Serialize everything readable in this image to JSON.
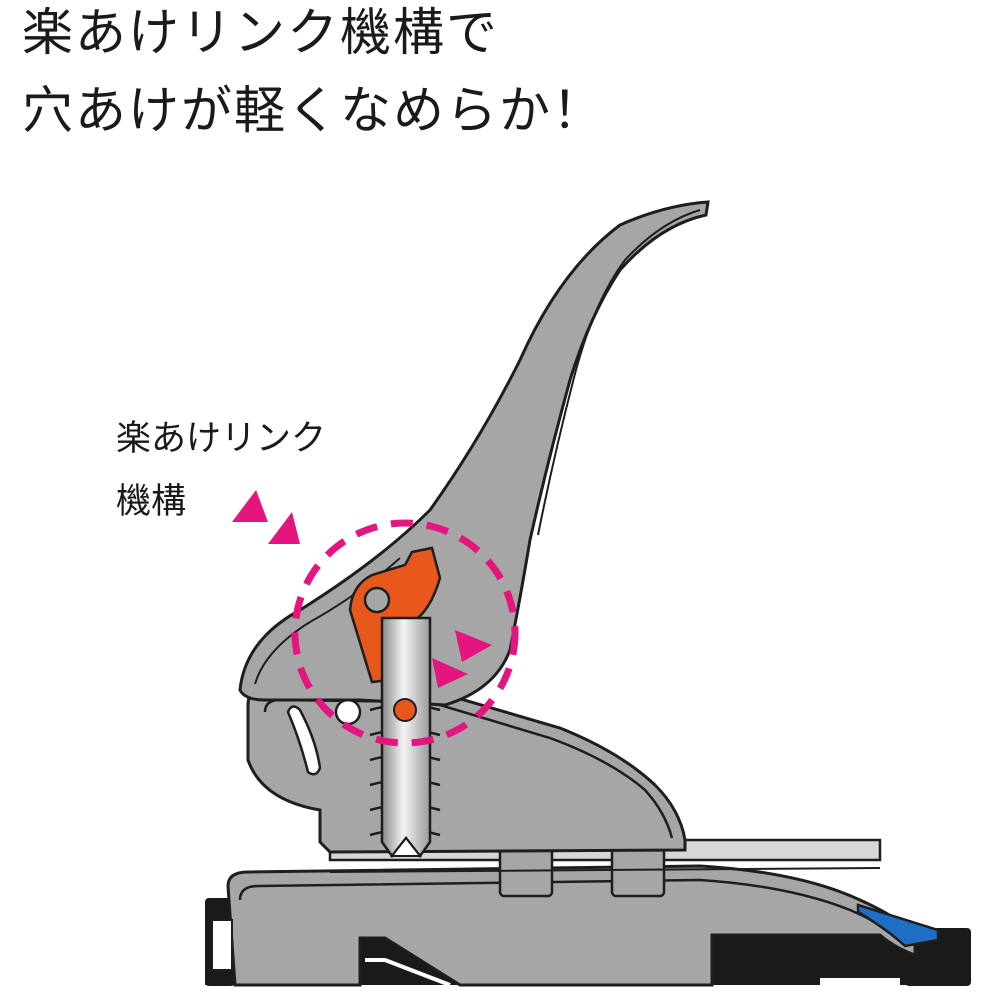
{
  "headline": {
    "line1": "楽あけリンク機構で",
    "line2": "穴あけが軽くなめらか！"
  },
  "callout": {
    "line1": "楽あけリンク",
    "line2": "機構"
  },
  "colors": {
    "body_gray": "#a6a6a6",
    "outline": "#1e1e1e",
    "link_orange": "#e8571c",
    "highlight_magenta": "#e4157f",
    "accent_blue": "#1f6fc4",
    "base_black": "#1a1a1a",
    "background": "#ffffff"
  },
  "icons": [
    "arrow-pointer-icon",
    "dashed-highlight-circle"
  ]
}
